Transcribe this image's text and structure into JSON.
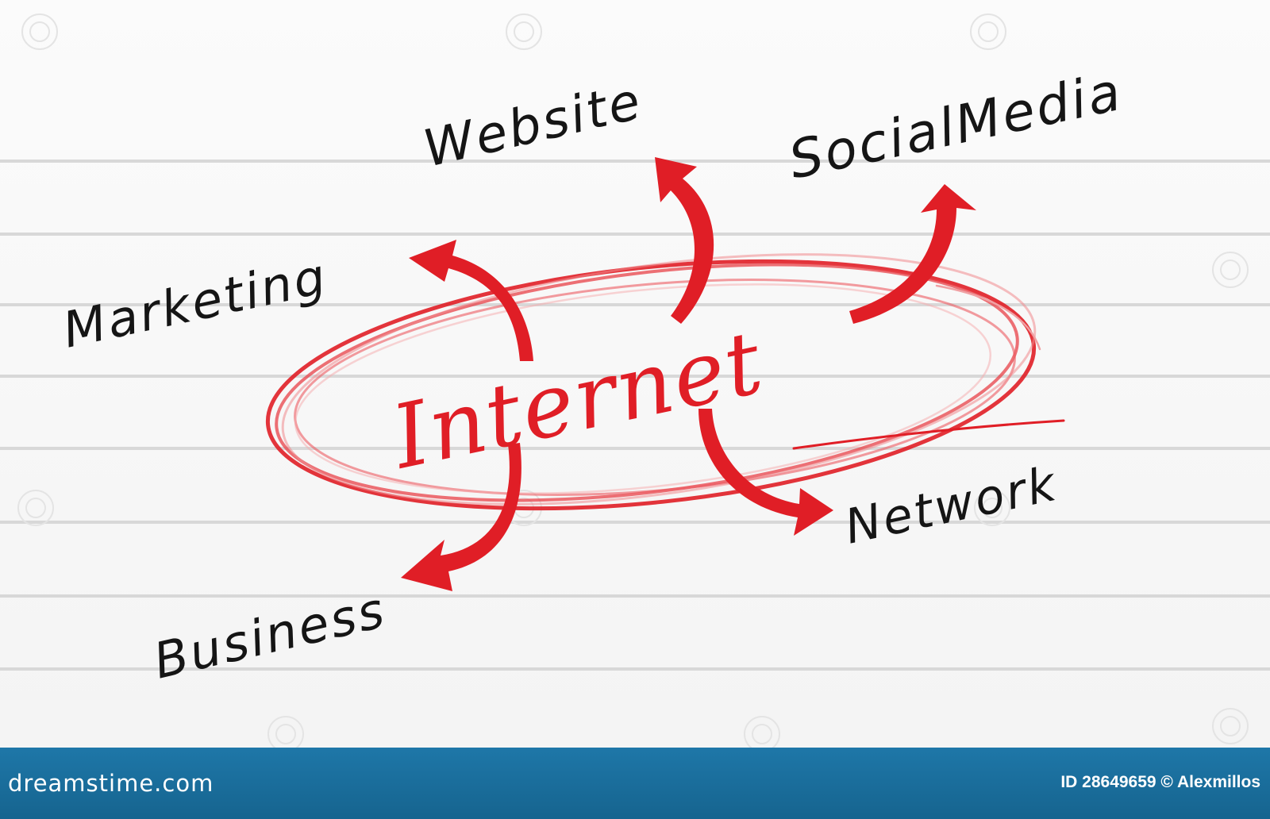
{
  "diagram": {
    "center": "Internet",
    "nodes": {
      "website": "Website",
      "social_media": "SocialMedia",
      "marketing": "Marketing",
      "business": "Business",
      "network": "Network"
    },
    "colors": {
      "accent": "#e01e26",
      "ink": "#151515",
      "rule_lines": "#d9d9d9"
    }
  },
  "footer": {
    "brand": "dreamstime.com",
    "credit": "ID 28649659 © Alexmillos",
    "background": "#1a6d9c"
  }
}
